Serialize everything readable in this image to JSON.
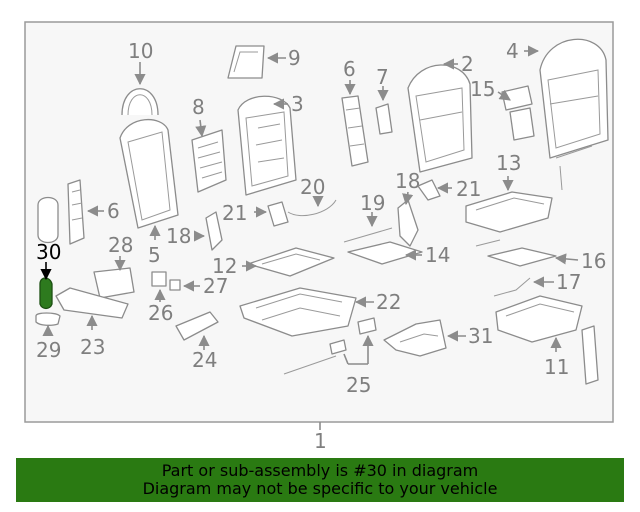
{
  "callouts": {
    "c1": "1",
    "c2": "2",
    "c3": "3",
    "c4": "4",
    "c5": "5",
    "c6a": "6",
    "c6b": "6",
    "c7": "7",
    "c8": "8",
    "c9": "9",
    "c10": "10",
    "c11": "11",
    "c12": "12",
    "c13": "13",
    "c14": "14",
    "c15": "15",
    "c16": "16",
    "c17": "17",
    "c18a": "18",
    "c18b": "18",
    "c19": "19",
    "c20": "20",
    "c21a": "21",
    "c21b": "21",
    "c22": "22",
    "c23": "23",
    "c24": "24",
    "c25": "25",
    "c26": "26",
    "c27": "27",
    "c28": "28",
    "c29": "29",
    "c30": "30",
    "c31": "31"
  },
  "highlighted_part": "30",
  "highlight_color": "#2d7a1e",
  "banner": {
    "line1": "Part or sub-assembly is #30 in diagram",
    "line2": "Diagram may not be specific to your vehicle",
    "background": "#2a7a12"
  }
}
